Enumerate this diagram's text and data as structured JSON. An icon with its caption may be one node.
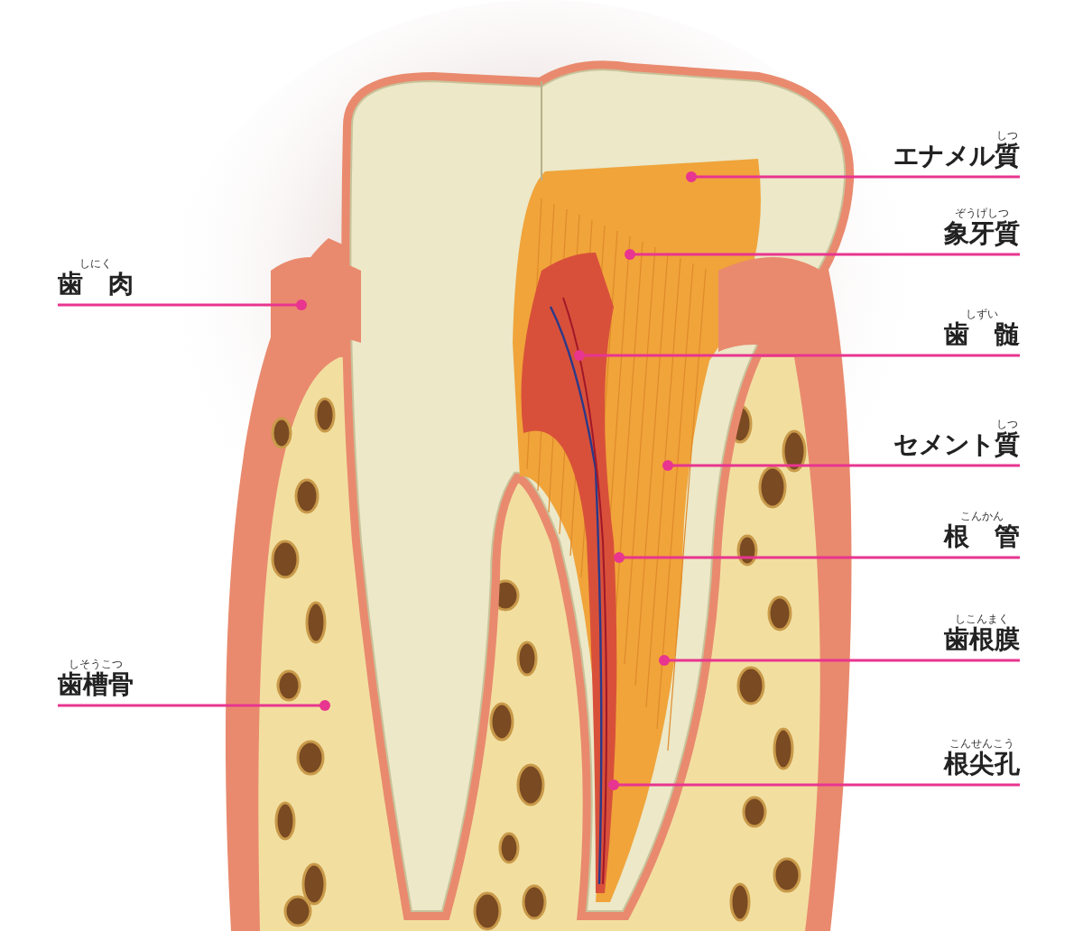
{
  "diagram": {
    "nodes": [
      {
        "text": [
          "エナメル質"
        ],
        "beside": [
          "しつ"
        ]
      },
      {
        "text": [
          "象牙質"
        ],
        "beside": [
          "ぞうげしつ"
        ]
      },
      {
        "text": [
          "歯肉"
        ],
        "beside": [
          "しにく"
        ]
      },
      {
        "text": [
          "歯髄"
        ],
        "beside": [
          "しずい"
        ]
      },
      {
        "text": [
          "セメント質"
        ],
        "beside": [
          "しつ"
        ]
      },
      {
        "text": [
          "根管"
        ],
        "beside": [
          "こんかん"
        ]
      },
      {
        "text": [
          "歯根膜"
        ],
        "beside": [
          "しこんまく"
        ]
      },
      {
        "text": [
          "歯槽骨"
        ],
        "beside": [
          "しそうこつ"
        ]
      },
      {
        "text": [
          "根尖孔"
        ],
        "beside": [
          "こんせんこう"
        ]
      }
    ],
    "edges": [
      {
        "from": 0,
        "to": null,
        "arrow": "other"
      },
      {
        "from": 1,
        "to": null,
        "arrow": "other"
      },
      {
        "from": 2,
        "to": null,
        "arrow": "other"
      },
      {
        "from": 3,
        "to": null,
        "arrow": "other"
      },
      {
        "from": 4,
        "to": null,
        "arrow": "other"
      },
      {
        "from": 5,
        "to": null,
        "arrow": "other"
      },
      {
        "from": 6,
        "to": null,
        "arrow": "other"
      },
      {
        "from": 7,
        "to": null,
        "arrow": "other"
      },
      {
        "from": 8,
        "to": null,
        "arrow": "other"
      }
    ]
  }
}
